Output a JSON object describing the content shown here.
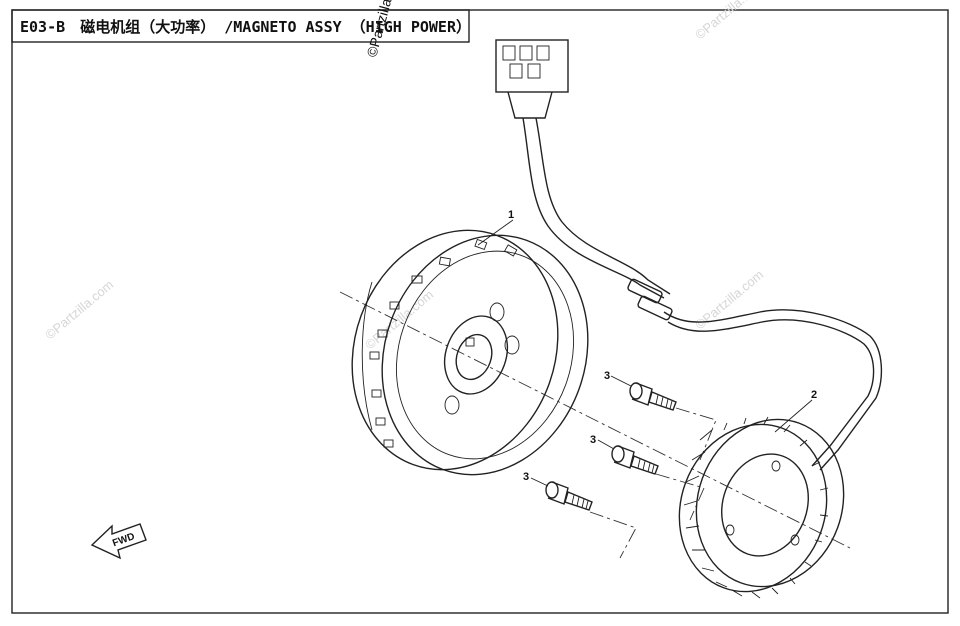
{
  "title": {
    "code": "E03-B",
    "chinese": "磁电机组（大功率）",
    "english": "/MAGNETO ASSY （HIGH POWER）"
  },
  "callouts": {
    "flywheel": "1",
    "stator": "2",
    "bolt_top": "3",
    "bolt_middle": "3",
    "bolt_bottom": "3"
  },
  "fwd_label": "FWD",
  "watermark": "©Partzilla.com",
  "colors": {
    "line": "#222222",
    "watermark": "#d6d6d6",
    "background": "#ffffff"
  }
}
